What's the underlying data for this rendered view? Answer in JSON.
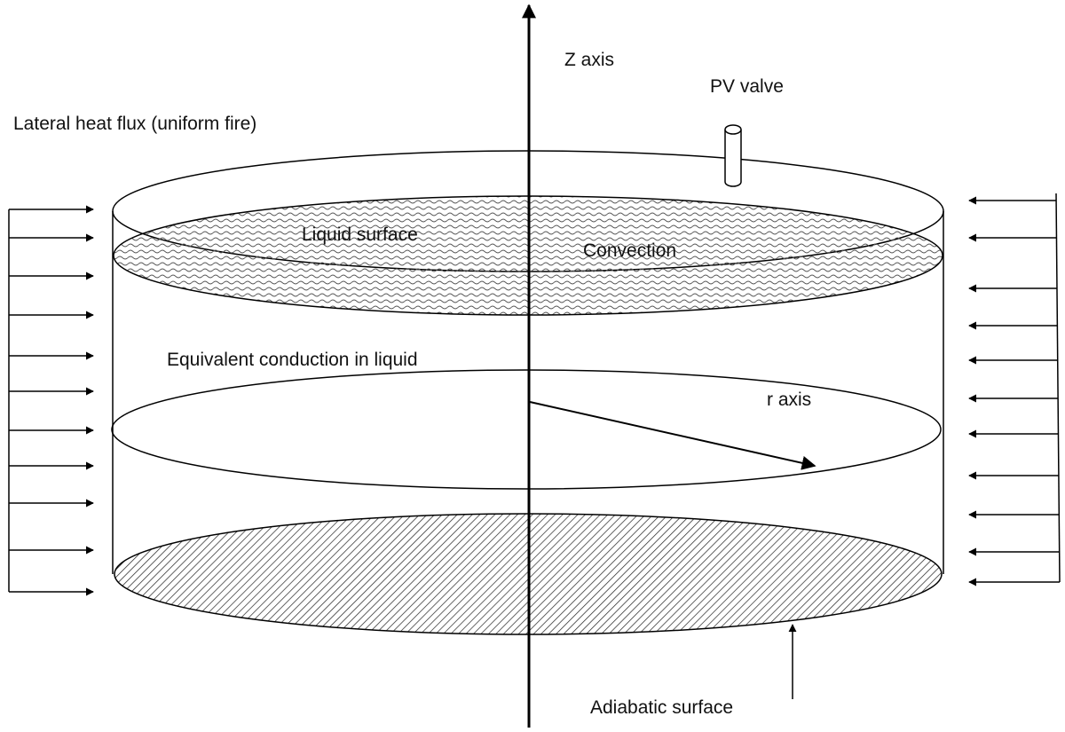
{
  "labels": {
    "z_axis": "Z axis",
    "pv_valve": "PV valve",
    "lateral_heat_flux": "Lateral heat flux (uniform fire)",
    "liquid_surface": "Liquid surface",
    "convection": "Convection",
    "equivalent_conduction": "Equivalent conduction in liquid",
    "r_axis": "r axis",
    "adiabatic_surface": "Adiabatic surface"
  },
  "heat_flux_arrows": {
    "left_count": 11,
    "right_count": 11
  },
  "colors": {
    "line": "#000000",
    "background": "#ffffff",
    "liquid_fill_pattern": "wavy",
    "bottom_fill_pattern": "diagonal-hatch"
  }
}
